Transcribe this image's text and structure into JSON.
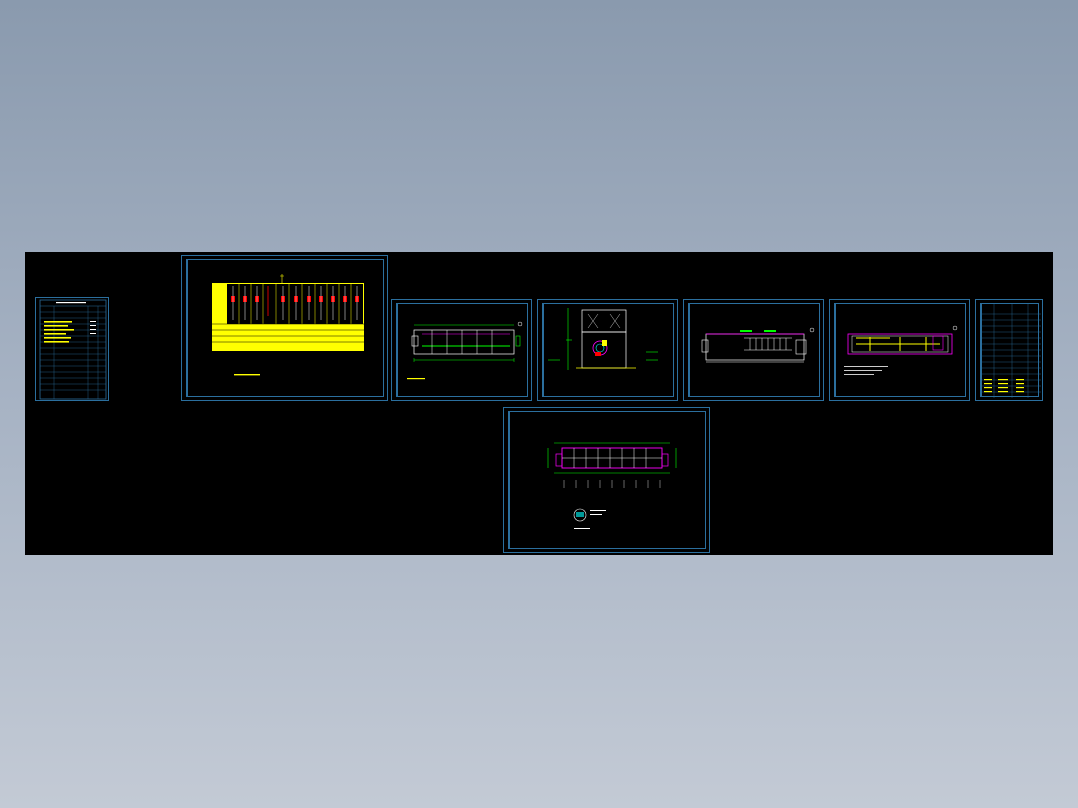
{
  "app": {
    "title": "",
    "background_color": "#8a9aae",
    "canvas_color": "#000000",
    "frame_color": "#2b6f9e"
  },
  "sheets": [
    {
      "id": "sheet-cover-list",
      "kind": "drawing-index-table"
    },
    {
      "id": "sheet-distribution-diagram",
      "kind": "single-line-diagram"
    },
    {
      "id": "sheet-plan-1",
      "kind": "floor-plan"
    },
    {
      "id": "sheet-section",
      "kind": "section-elevation"
    },
    {
      "id": "sheet-plan-2",
      "kind": "floor-plan"
    },
    {
      "id": "sheet-plan-3",
      "kind": "floor-plan"
    },
    {
      "id": "sheet-material-table",
      "kind": "material-table"
    },
    {
      "id": "sheet-grounding-plan",
      "kind": "grounding-plan"
    }
  ],
  "colors": {
    "yellow": "#ffff00",
    "green": "#00ff00",
    "magenta": "#ff00ff",
    "red": "#ff0000",
    "white": "#ffffff",
    "cyan": "#00ffff"
  }
}
